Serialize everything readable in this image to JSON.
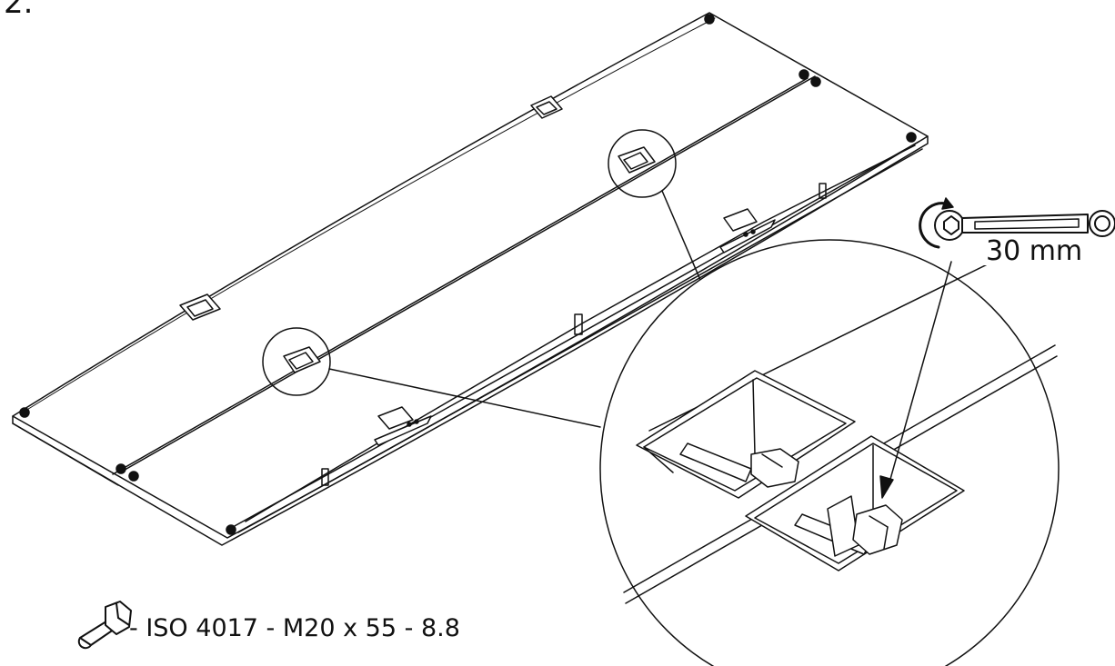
{
  "step": {
    "number": "2."
  },
  "tool": {
    "icon": "ring-wrench-icon",
    "rotation_icon": "rotate-arrow-icon",
    "size_label": "30 mm"
  },
  "fastener": {
    "icon": "hex-bolt-icon",
    "spec_label": "- ISO 4017 - M20 x 55 - 8.8"
  },
  "colors": {
    "line": "#111111",
    "background": "#ffffff"
  }
}
